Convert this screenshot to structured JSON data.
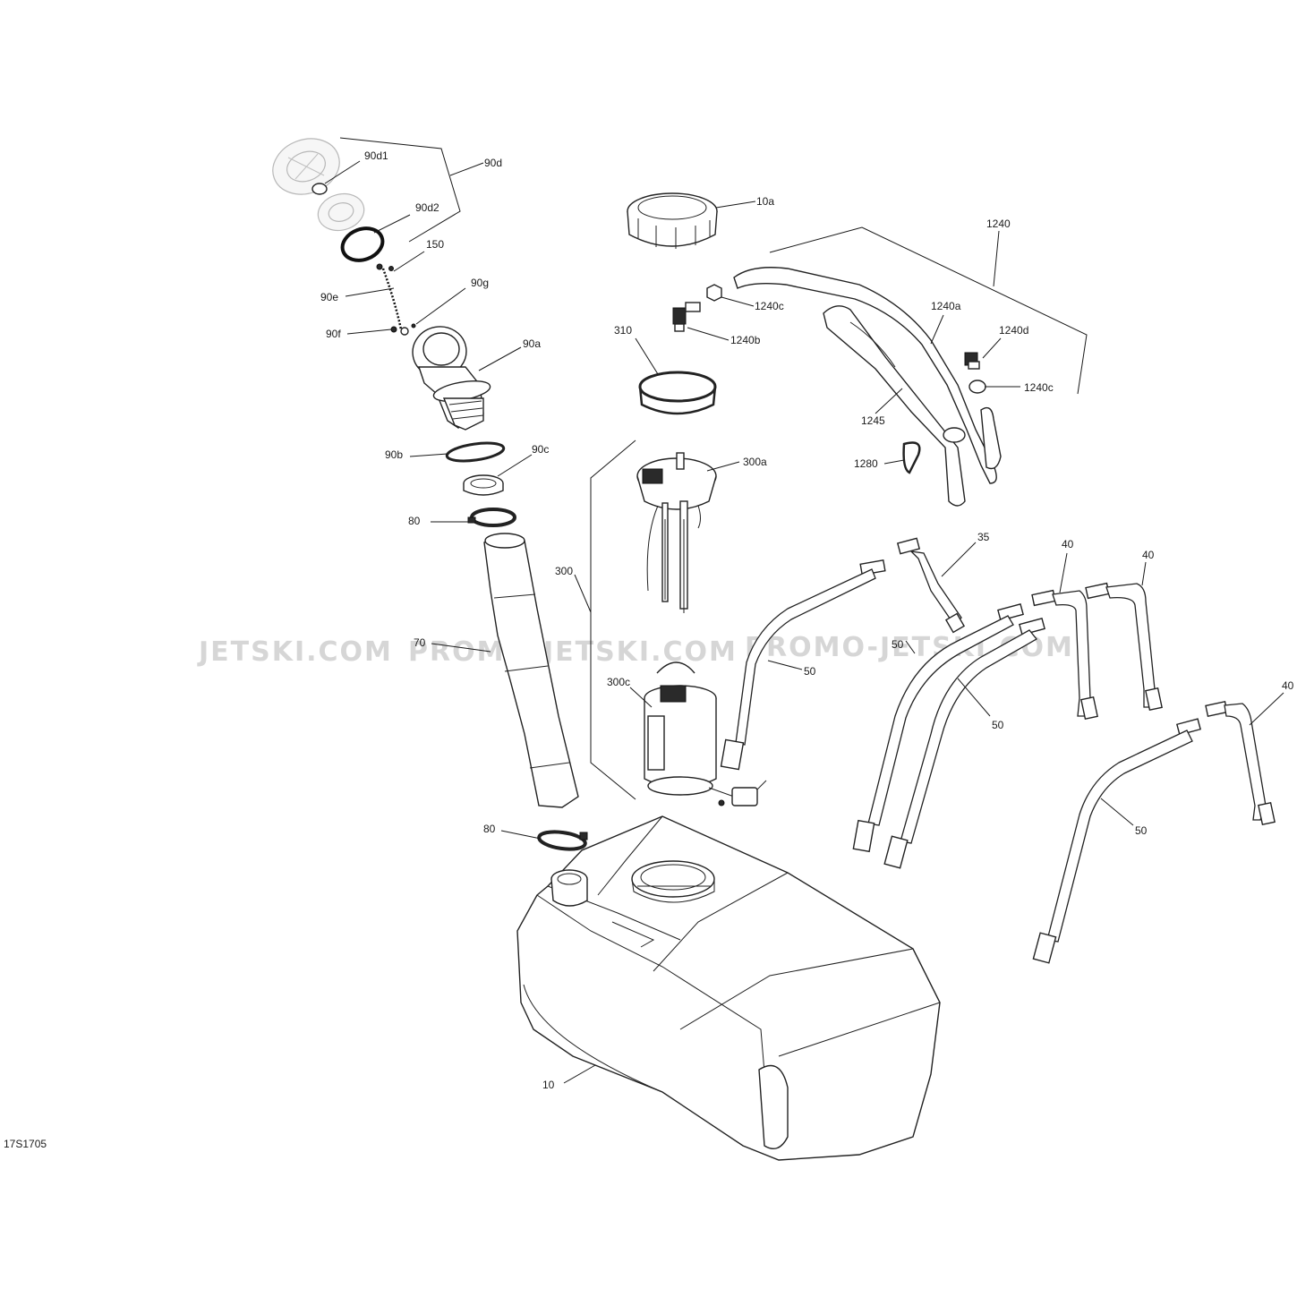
{
  "diagram_code": "17S1705",
  "watermarks": [
    "JETSKI.COM",
    "PROMO-JETSKI.COM",
    "PROMO-JETSKI.COM"
  ],
  "callouts": {
    "c90d1": "90d1",
    "c90d": "90d",
    "c90d2": "90d2",
    "c150": "150",
    "c90e": "90e",
    "c90g": "90g",
    "c90f": "90f",
    "c90a": "90a",
    "c90b": "90b",
    "c90c": "90c",
    "c80a": "80",
    "c70": "70",
    "c80b": "80",
    "c10a": "10a",
    "c1240c_a": "1240c",
    "c1240b": "1240b",
    "c310": "310",
    "c300a": "300a",
    "c300": "300",
    "c300c": "300c",
    "c1240": "1240",
    "c1240a": "1240a",
    "c1240d": "1240d",
    "c1240c_b": "1240c",
    "c1245": "1245",
    "c1280": "1280",
    "c35": "35",
    "c40a": "40",
    "c40b": "40",
    "c40c": "40",
    "c50a": "50",
    "c50b": "50",
    "c50c": "50",
    "c50d": "50",
    "c10": "10"
  }
}
